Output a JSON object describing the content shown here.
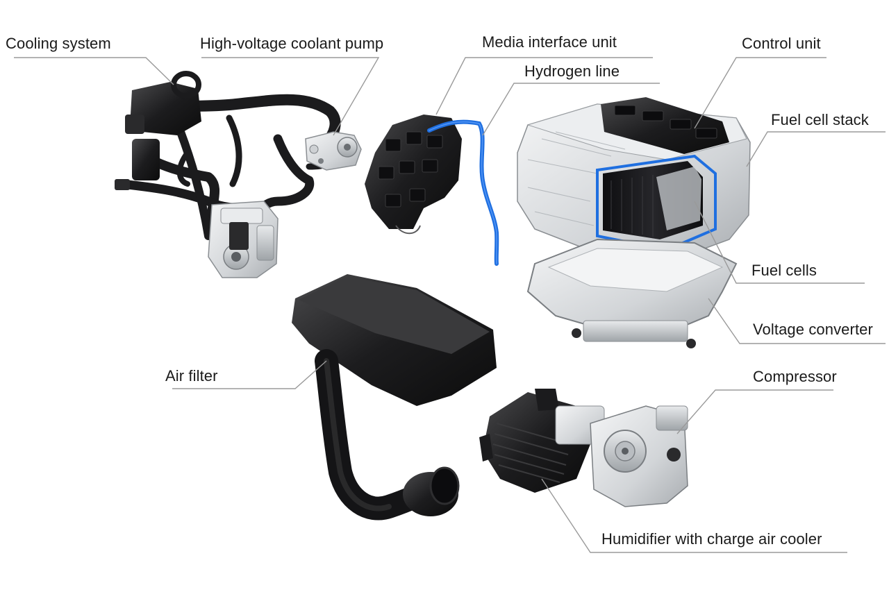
{
  "diagram": {
    "labels": {
      "cooling_system": "Cooling system",
      "coolant_pump": "High-voltage coolant pump",
      "media_interface_unit": "Media interface unit",
      "hydrogen_line": "Hydrogen line",
      "control_unit": "Control unit",
      "fuel_cell_stack": "Fuel cell stack",
      "fuel_cells": "Fuel cells",
      "voltage_converter": "Voltage converter",
      "air_filter": "Air filter",
      "compressor": "Compressor",
      "humidifier": "Humidifier with charge air cooler"
    },
    "colors": {
      "leader_line": "#9a9a9a",
      "component_dark": "#1c1c1e",
      "component_light": "#d6d8da",
      "hydrogen_blue": "#1f6fe0"
    }
  }
}
